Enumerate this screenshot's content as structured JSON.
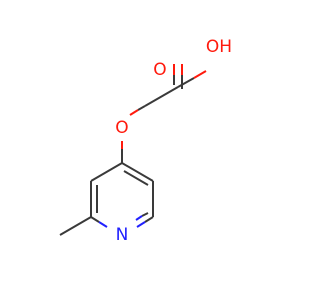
{
  "molecule": {
    "atoms": {
      "carbonyl_oxygen": "O",
      "hydroxyl": "OH",
      "ether_oxygen": "O",
      "ring_nitrogen": "N"
    },
    "colors": {
      "bond": "#3a3a3a",
      "oxygen": "#ff1a0d",
      "nitrogen": "#2121ff",
      "background": "#ffffff"
    }
  }
}
